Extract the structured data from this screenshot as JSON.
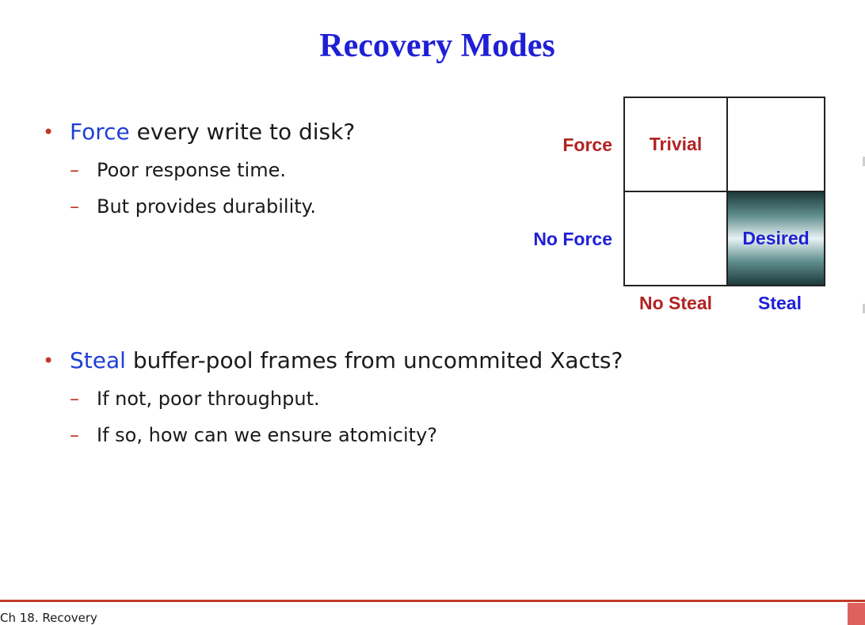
{
  "title": "Recovery Modes",
  "bullets": [
    {
      "keyword": "Force",
      "rest": " every write to disk?",
      "subs": [
        "Poor response time.",
        "But provides durability."
      ]
    },
    {
      "keyword": "Steal",
      "rest": " buffer-pool frames from uncommited Xacts?",
      "subs": [
        "If not, poor throughput.",
        "If so, how can we ensure atomicity?"
      ]
    }
  ],
  "bullet_glyph": "•",
  "sub_glyph": "–",
  "matrix": {
    "row_labels": [
      "Force",
      "No Force"
    ],
    "col_labels": [
      "No Steal",
      "Steal"
    ],
    "cells": {
      "force_nosteal": "Trivial",
      "force_steal": "",
      "noforce_nosteal": "",
      "noforce_steal": "Desired"
    }
  },
  "footer": {
    "text": "Ch 18. Recovery"
  },
  "colors": {
    "title": "#1f1fd6",
    "keyword": "#1f3fd6",
    "accent_red": "#b22222",
    "footer_line": "#c0392b"
  }
}
